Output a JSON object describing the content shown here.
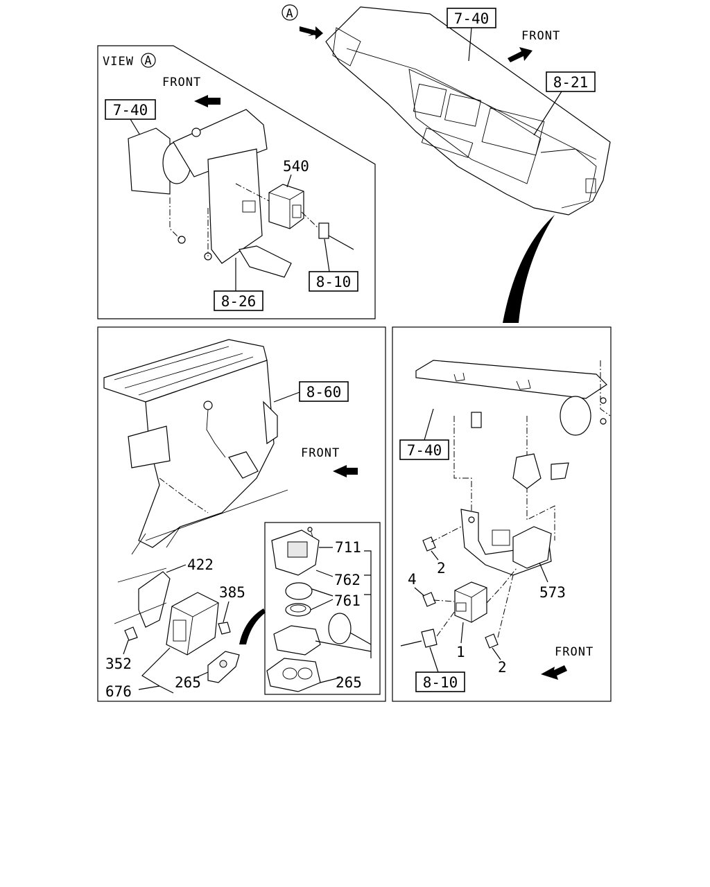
{
  "view_marker": "A",
  "view_a_title": "VIEW",
  "front_label": "FRONT",
  "top_assembly": {
    "ref_dashboard": "7-40",
    "ref_cluster": "8-21",
    "front": "FRONT"
  },
  "view_a": {
    "title": "VIEW",
    "marker": "A",
    "front": "FRONT",
    "ref_dashboard": "7-40",
    "part_module": "540",
    "ref_connector": "8-10",
    "ref_bracket": "8-26"
  },
  "left_panel": {
    "ref_heater": "8-60",
    "front": "FRONT",
    "parts": {
      "p422": "422",
      "p385": "385",
      "p352": "352",
      "p676": "676",
      "p265a": "265"
    },
    "inset": {
      "p711": "711",
      "p762": "762",
      "p761": "761",
      "p265b": "265"
    }
  },
  "right_panel": {
    "ref_dashboard": "7-40",
    "part_2a": "2",
    "part_4": "4",
    "part_573": "573",
    "part_1": "1",
    "part_2b": "2",
    "ref_connector": "8-10",
    "front": "FRONT"
  }
}
